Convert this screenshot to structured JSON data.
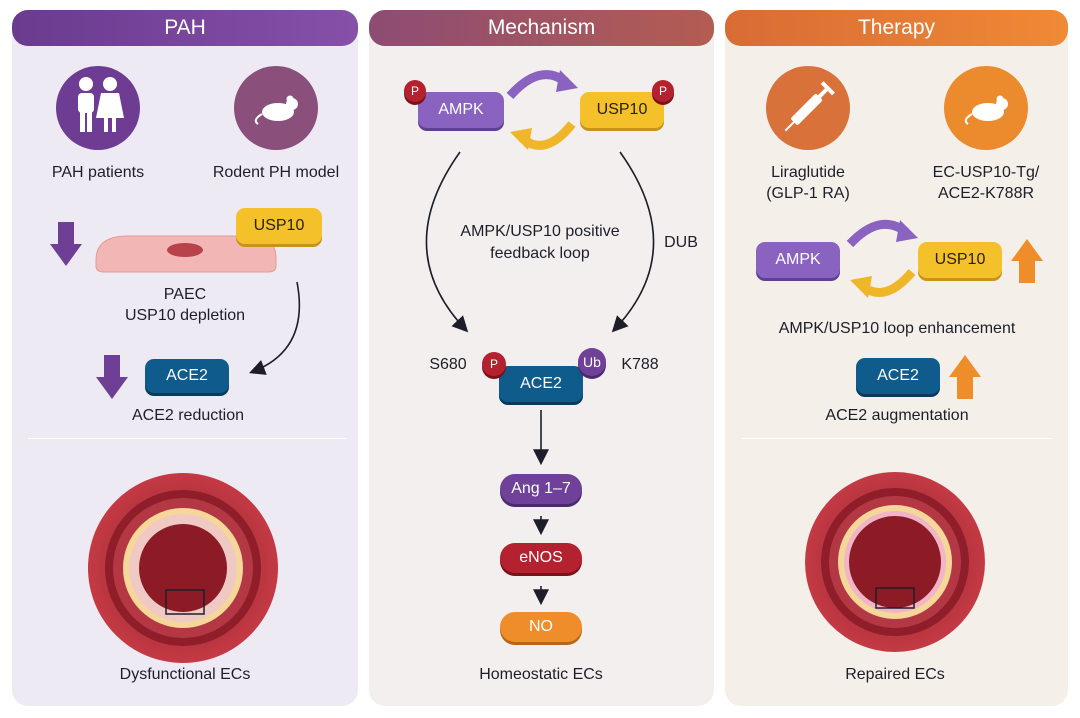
{
  "panels": {
    "pah": {
      "title": "PAH",
      "patients_label": "PAH patients",
      "rodent_label": "Rodent PH model",
      "usp10_label": "USP10",
      "paec_label": "PAEC",
      "depletion_label": "USP10 depletion",
      "ace2_label": "ACE2",
      "reduction_label": "ACE2 reduction",
      "footer": "Dysfunctional ECs"
    },
    "mechanism": {
      "title": "Mechanism",
      "ampk_label": "AMPK",
      "usp10_label": "USP10",
      "loop_line1": "AMPK/USP10 positive",
      "loop_line2": "feedback loop",
      "dub_label": "DUB",
      "s680_label": "S680",
      "k788_label": "K788",
      "ace2_label": "ACE2",
      "ang_label": "Ang 1–7",
      "enos_label": "eNOS",
      "no_label": "NO",
      "footer": "Homeostatic ECs"
    },
    "therapy": {
      "title": "Therapy",
      "drug_line1": "Liraglutide",
      "drug_line2": "(GLP-1 RA)",
      "model_line1": "EC-USP10-Tg/",
      "model_line2": "ACE2-K788R",
      "ampk_label": "AMPK",
      "usp10_label": "USP10",
      "enhancement_label": "AMPK/USP10 loop enhancement",
      "ace2_label": "ACE2",
      "augmentation_label": "ACE2 augmentation",
      "footer": "Repaired ECs"
    }
  },
  "badges": {
    "phospho": "P",
    "ubiquitin": "Ub"
  },
  "icons": {
    "patients": "people-icon",
    "rodent": "mouse-icon",
    "drug": "syringe-icon",
    "rodent_therapy": "mouse-icon"
  },
  "colors": {
    "pah_header": "#7a47a0",
    "mechanism_header": "#a0566a",
    "therapy_header": "#e67a33",
    "ampk": "#8a62c0",
    "usp10": "#f5c12b",
    "ace2": "#0e5b8c",
    "ang": "#6f4199",
    "enos": "#b5222f",
    "no": "#ef8d2a"
  }
}
